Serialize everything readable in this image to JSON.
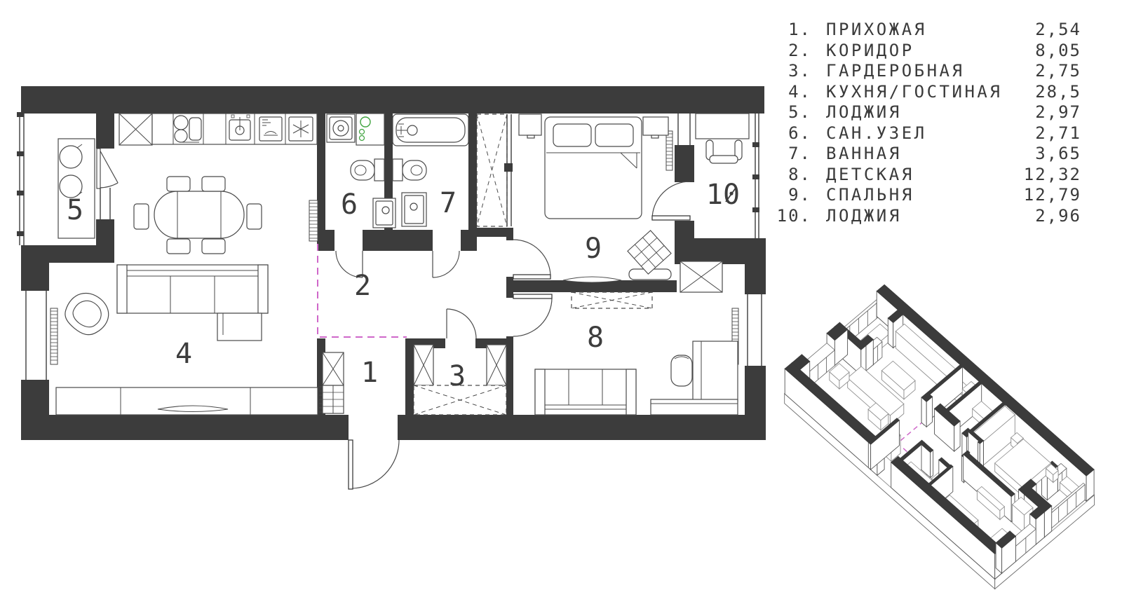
{
  "legend": {
    "items": [
      {
        "num": "1.",
        "name": "ПРИХОЖАЯ",
        "area": "2,54"
      },
      {
        "num": "2.",
        "name": "КОРИДОР",
        "area": "8,05"
      },
      {
        "num": "3.",
        "name": "ГАРДЕРОБНАЯ",
        "area": "2,75"
      },
      {
        "num": "4.",
        "name": "КУХНЯ/ГОСТИНАЯ",
        "area": "28,5"
      },
      {
        "num": "5.",
        "name": "ЛОДЖИЯ",
        "area": "2,97"
      },
      {
        "num": "6.",
        "name": "САН.УЗЕЛ",
        "area": "2,71"
      },
      {
        "num": "7.",
        "name": "ВАННАЯ",
        "area": "3,65"
      },
      {
        "num": "8.",
        "name": "ДЕТСКАЯ",
        "area": "12,32"
      },
      {
        "num": "9.",
        "name": "СПАЛЬНЯ",
        "area": "12,79"
      },
      {
        "num": "10.",
        "name": "ЛОДЖИЯ",
        "area": "2,96"
      }
    ]
  },
  "rooms": [
    {
      "number": "1"
    },
    {
      "number": "2"
    },
    {
      "number": "3"
    },
    {
      "number": "4"
    },
    {
      "number": "5"
    },
    {
      "number": "6"
    },
    {
      "number": "7"
    },
    {
      "number": "8"
    },
    {
      "number": "9"
    },
    {
      "number": "10"
    }
  ],
  "colors": {
    "wall": "#3c3c3c",
    "magenta": "#cf67c9",
    "green": "#3fa33f"
  }
}
